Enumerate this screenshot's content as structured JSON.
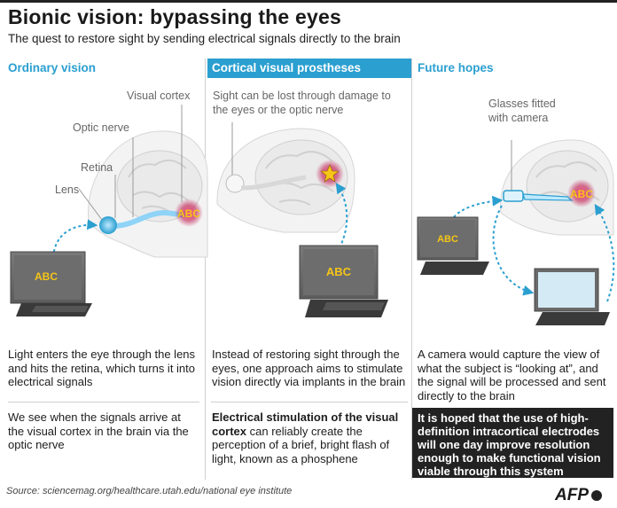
{
  "title": "Bionic vision: bypassing the eyes",
  "subtitle": "The quest to restore sight by sending electrical signals directly to the brain",
  "columns": [
    {
      "heading": "Ordinary vision",
      "labels": {
        "visual_cortex": "Visual cortex",
        "optic_nerve": "Optic nerve",
        "retina": "Retina",
        "lens": "Lens"
      },
      "screen_text": "ABC",
      "cortex_text": "ABC",
      "para1": "Light enters the eye through the lens and hits the retina, which turns it into electrical signals",
      "para2": "We see when the signals arrive at the visual cortex in the brain via the optic nerve"
    },
    {
      "heading": "Cortical visual prostheses",
      "note": "Sight can be lost through damage to the eyes or the optic nerve",
      "screen_text": "ABC",
      "para1": "Instead of restoring sight through the eyes, one approach aims to stimulate vision directly via implants in the brain",
      "para2_bold": "Electrical stimulation of the visual cortex",
      "para2_rest": " can reliably create the perception of a brief, bright flash of light, known as a phosphene"
    },
    {
      "heading": "Future hopes",
      "glasses_label": "Glasses fitted with camera",
      "screen_text": "ABC",
      "cortex_text": "ABC",
      "para1": "A camera would capture the view of what the subject is “looking at”, and the signal will be processed and sent directly to the brain",
      "para2": "It is hoped that the use of high-definition intracortical electrodes will one day improve resolution enough to make functional vision viable through this system"
    }
  ],
  "source": "Source: sciencemag.org/healthcare.utah.edu/national eye institute",
  "logo": "AFP",
  "colors": {
    "accent": "#2a9fd0",
    "glow": "#c0194f",
    "text_highlight": "#f5c518",
    "dark_box": "#222222"
  }
}
